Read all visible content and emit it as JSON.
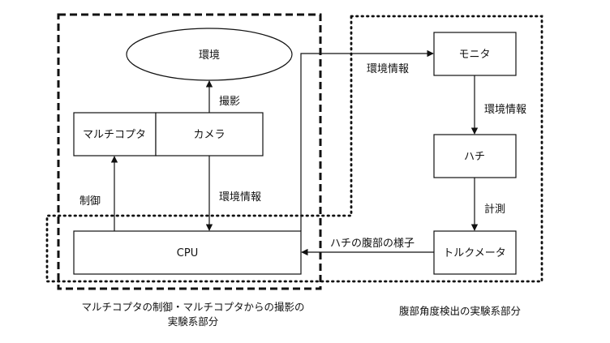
{
  "diagram": {
    "colors": {
      "line": "#111111",
      "background": "#ffffff"
    },
    "nodes": {
      "environment": "環境",
      "multicopter": "マルチコプタ",
      "camera": "カメラ",
      "cpu": "CPU",
      "monitor": "モニタ",
      "bee": "ハチ",
      "torque_meter": "トルクメータ"
    },
    "edges": {
      "capture": "撮影",
      "env_info_camera_cpu": "環境情報",
      "control": "制御",
      "env_info_cpu_monitor": "環境情報",
      "env_info_monitor_bee": "環境情報",
      "measure": "計測",
      "abdomen_state": "ハチの腹部の様子"
    },
    "regions": {
      "left_line1": "マルチコプタの制御・マルチコプタからの撮影の",
      "left_line2": "実験系部分",
      "right": "腹部角度検出の実験系部分"
    }
  }
}
